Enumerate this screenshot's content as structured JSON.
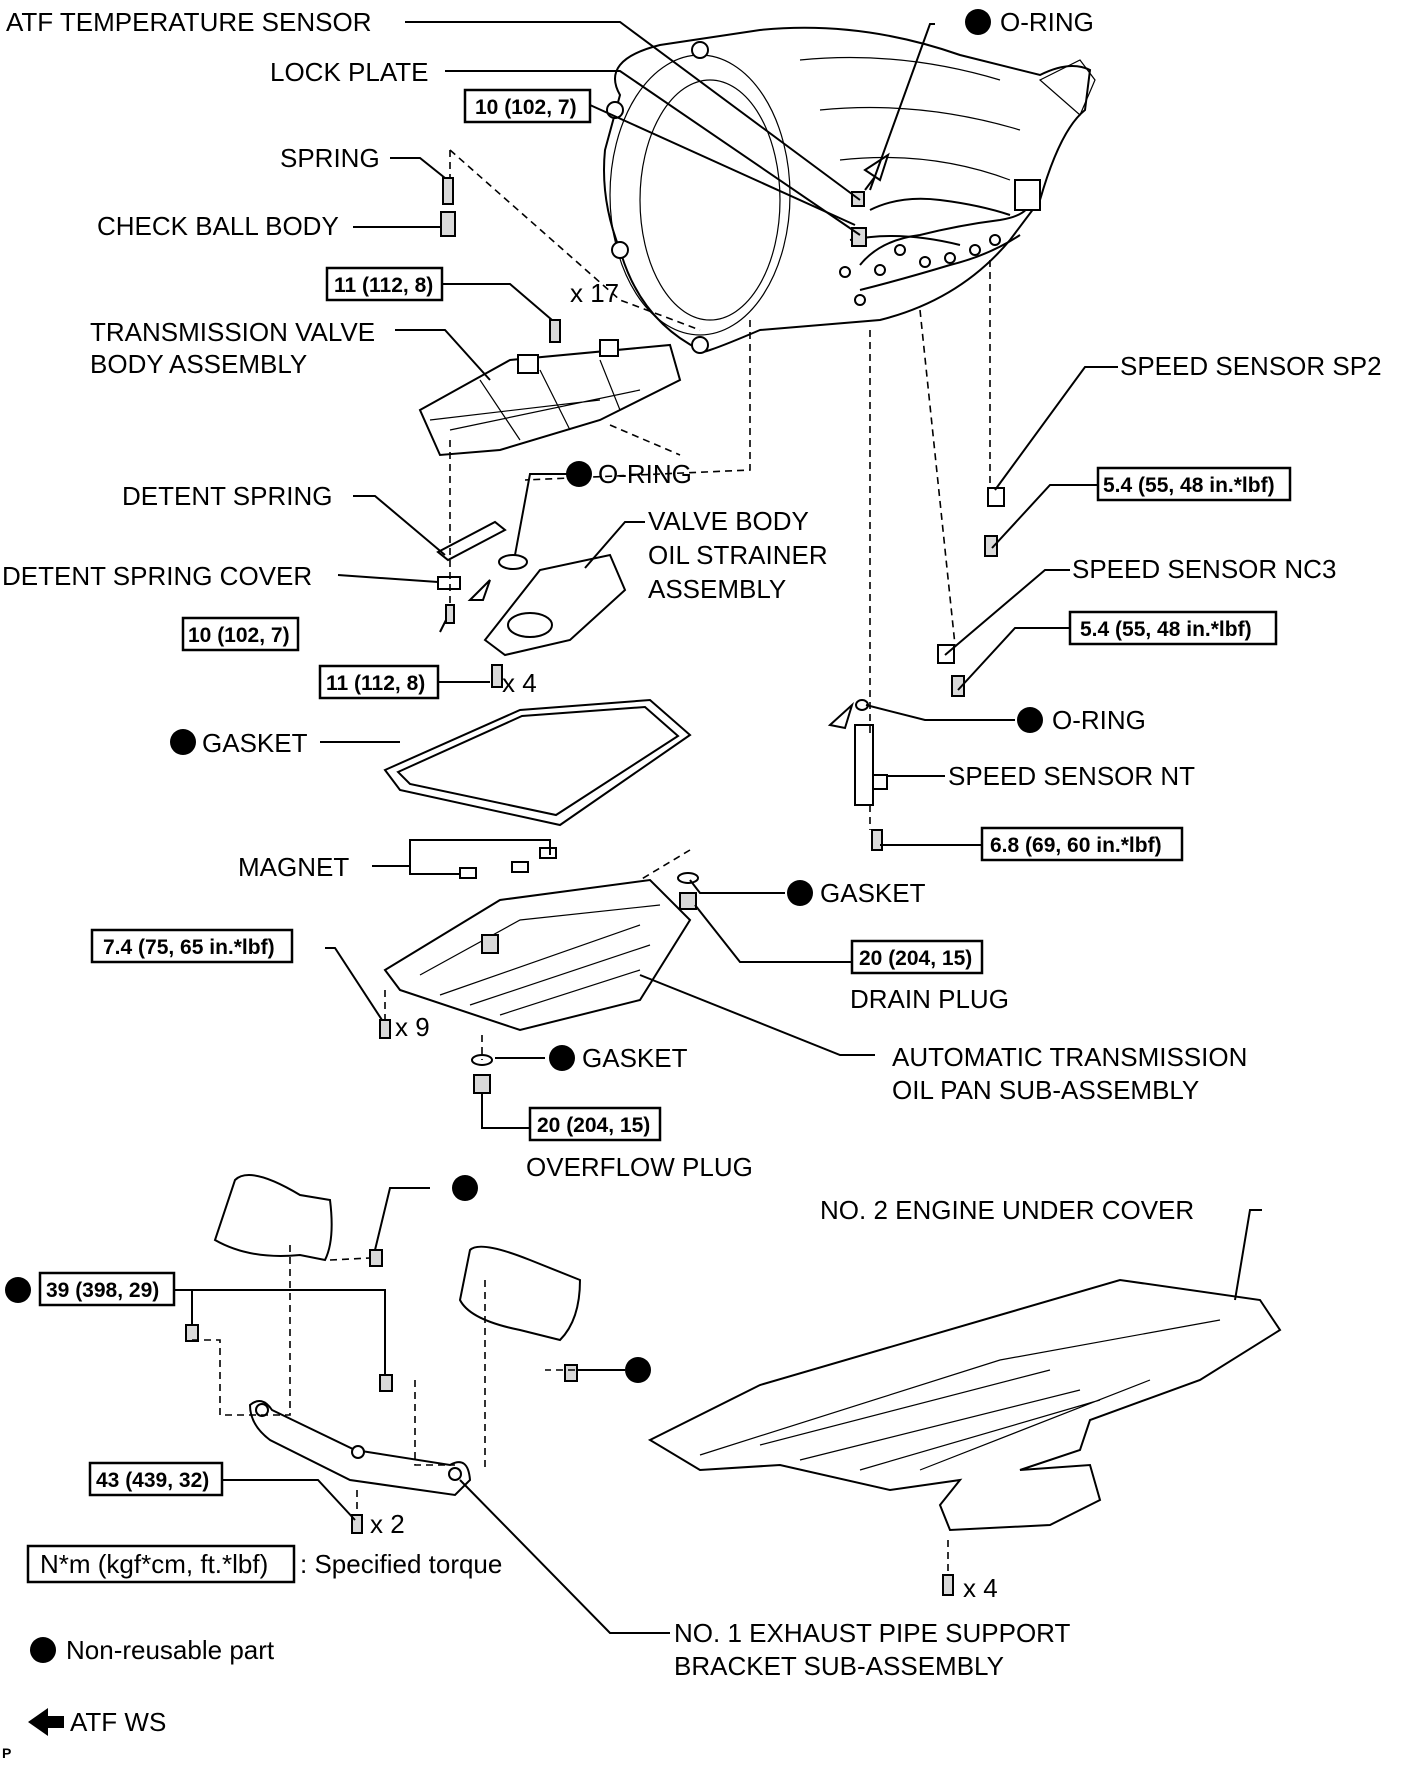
{
  "labels": {
    "atf_temp_sensor": "ATF TEMPERATURE SENSOR",
    "lock_plate": "LOCK PLATE",
    "spring": "SPRING",
    "check_ball_body": "CHECK BALL BODY",
    "tvb_line1": "TRANSMISSION VALVE",
    "tvb_line2": "BODY ASSEMBLY",
    "oring_top": "O-RING",
    "oring_mid": "O-RING",
    "detent_spring": "DETENT SPRING",
    "detent_spring_cover": "DETENT SPRING COVER",
    "strainer_line1": "VALVE BODY",
    "strainer_line2": "OIL STRAINER",
    "strainer_line3": "ASSEMBLY",
    "speed_sensor_sp2": "SPEED SENSOR SP2",
    "speed_sensor_nc3": "SPEED SENSOR NC3",
    "oring_nt": "O-RING",
    "speed_sensor_nt": "SPEED SENSOR NT",
    "gasket_pan": "GASKET",
    "magnet": "MAGNET",
    "gasket_drain": "GASKET",
    "drain_plug": "DRAIN PLUG",
    "gasket_overflow": "GASKET",
    "pan_line1": "AUTOMATIC TRANSMISSION",
    "pan_line2": "OIL PAN SUB-ASSEMBLY",
    "overflow_plug": "OVERFLOW PLUG",
    "under_cover": "NO. 2 ENGINE UNDER COVER",
    "bracket_line1": "NO. 1 EXHAUST PIPE SUPPORT",
    "bracket_line2": "BRACKET SUB-ASSEMBLY"
  },
  "torques": {
    "lock_plate_bolt": "10 (102, 7)",
    "valve_body_bolt": "11 (112, 8)",
    "detent_bolt": "10 (102, 7)",
    "strainer_bolt": "11 (112, 8)",
    "sp2_bolt": "5.4 (55, 48 in.*lbf)",
    "nc3_bolt": "5.4 (55, 48 in.*lbf)",
    "nt_bolt": "6.8 (69, 60 in.*lbf)",
    "pan_bolt": "7.4 (75, 65 in.*lbf)",
    "drain_plug": "20 (204, 15)",
    "overflow_plug": "20 (204, 15)",
    "exhaust_nut": "39 (398, 29)",
    "bracket_bolt": "43 (439, 32)"
  },
  "quantities": {
    "valve_body_bolts": "x 17",
    "strainer_bolts": "x 4",
    "pan_bolts": "x 9",
    "bracket_bolts": "x 2",
    "cover_bolts": "x 4"
  },
  "legend": {
    "torque_box": "N*m (kgf*cm, ft.*lbf)",
    "torque_text": ": Specified torque",
    "nonreusable": "Non-reusable part",
    "atf": "ATF WS"
  },
  "figure_code": "P"
}
